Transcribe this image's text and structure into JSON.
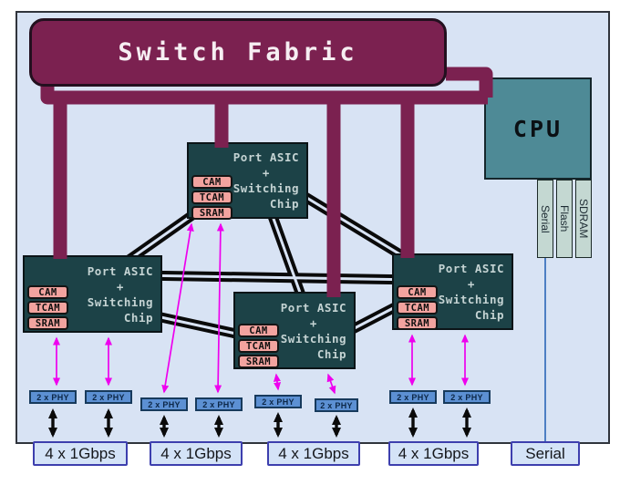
{
  "title": "Switch Fabric",
  "cpu": {
    "label": "CPU",
    "modules": [
      "Serial",
      "Flash",
      "SDRAM"
    ]
  },
  "asic": {
    "line1": "Port ASIC",
    "line2": "+",
    "line3": "Switching",
    "line4": "Chip",
    "memories": [
      "CAM",
      "TCAM",
      "SRAM"
    ]
  },
  "phy": {
    "label": "2 x PHY"
  },
  "ports": {
    "uplink": "4 x 1Gbps",
    "serial": "Serial"
  },
  "colors": {
    "panel_background": "#d8e3f4",
    "fabric_bus": "#7b2150",
    "asic_block": "#1c4247",
    "memory_block": "#f2a39f",
    "cpu_block": "#4e8a96",
    "cpu_module_slat": "#c4d8d2",
    "phy_block": "#5c90d3",
    "port_block": "#d4e3f7",
    "port_border": "#3d3fae",
    "mesh_link": "#0a0a0a",
    "dma_arrow": "#ee00ee",
    "serial_line": "#4d7fc4"
  }
}
